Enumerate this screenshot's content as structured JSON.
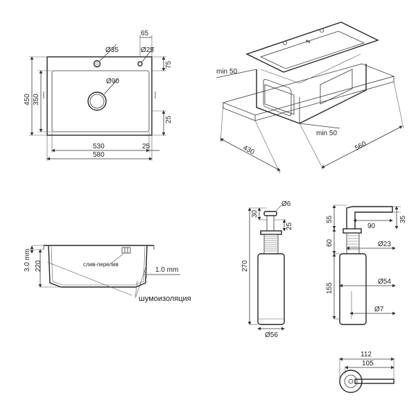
{
  "top_view": {
    "dims": {
      "d35": "Ø35",
      "d25": "Ø25",
      "d65": "65",
      "d75": "75",
      "d90": "Ø90",
      "d450": "450",
      "d350": "350",
      "d25_side": "25",
      "d530": "530",
      "d25_bottom": "25",
      "d580": "580"
    }
  },
  "iso_view": {
    "dims": {
      "min50_left": "min 50",
      "min50_right": "min 50",
      "d430": "430",
      "d560": "560"
    }
  },
  "section_view": {
    "dims": {
      "d3mm": "3.0 mm",
      "d220": "220",
      "d1mm": "1.0 mm"
    },
    "notes": {
      "overflow": "слив-перелив",
      "insulation": "шумоизоляция"
    }
  },
  "dispenser_front": {
    "dims": {
      "d30": "30",
      "d6": "Ø6",
      "d25": "25",
      "d270": "270",
      "d56": "Ø56"
    }
  },
  "dispenser_side": {
    "dims": {
      "d55": "55",
      "d90": "90",
      "d35": "35",
      "d60": "60",
      "d23": "Ø23",
      "d155": "155",
      "d54": "Ø54",
      "d7": "Ø7"
    }
  },
  "dispenser_top": {
    "dims": {
      "d112": "112",
      "d105": "105"
    }
  }
}
